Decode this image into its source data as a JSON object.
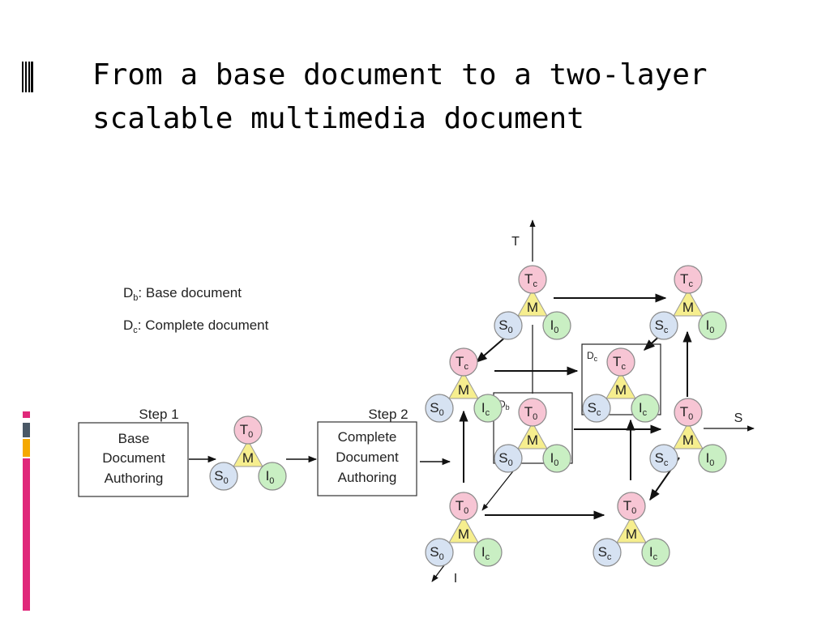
{
  "slide": {
    "title": "From a base document to a two-layer\nscalable multimedia document"
  },
  "legend": {
    "base": {
      "sym": "D",
      "sub": "b",
      "text": ": Base document"
    },
    "complete": {
      "sym": "D",
      "sub": "c",
      "text": ": Complete document"
    }
  },
  "steps": {
    "step1": "Step 1",
    "step2": "Step 2",
    "box1": [
      "Base",
      "Document",
      "Authoring"
    ],
    "box2": [
      "Complete",
      "Document",
      "Authoring"
    ]
  },
  "axes": {
    "t": "T",
    "s": "S",
    "i": "I"
  },
  "box_labels": {
    "db": {
      "sym": "D",
      "sub": "b"
    },
    "dc": {
      "sym": "D",
      "sub": "c"
    }
  },
  "colors": {
    "t_node": "#f7c5d4",
    "s_node": "#d6e2f2",
    "i_node": "#c9efc3",
    "m_node": "#f6ee8e",
    "deco_pink": "#e0287a",
    "deco_gray": "#4a5866",
    "deco_orange": "#f5a800"
  },
  "glyphs": [
    {
      "id": "base",
      "t": [
        "T",
        "0"
      ],
      "s": [
        "S",
        "0"
      ],
      "i": [
        "I",
        "0"
      ],
      "m": "M"
    },
    {
      "id": "c000",
      "t": [
        "T",
        "0"
      ],
      "s": [
        "S",
        "0"
      ],
      "i": [
        "I",
        "c"
      ],
      "m": "M"
    },
    {
      "id": "c100",
      "t": [
        "T",
        "0"
      ],
      "s": [
        "S",
        "c"
      ],
      "i": [
        "I",
        "c"
      ],
      "m": "M"
    },
    {
      "id": "c001",
      "t": [
        "T",
        "c"
      ],
      "s": [
        "S",
        "0"
      ],
      "i": [
        "I",
        "c"
      ],
      "m": "M"
    },
    {
      "id": "c101",
      "t": [
        "T",
        "c"
      ],
      "s": [
        "S",
        "c"
      ],
      "i": [
        "I",
        "c"
      ],
      "m": "M"
    },
    {
      "id": "c010",
      "t": [
        "T",
        "0"
      ],
      "s": [
        "S",
        "0"
      ],
      "i": [
        "I",
        "0"
      ],
      "m": "M"
    },
    {
      "id": "c110",
      "t": [
        "T",
        "0"
      ],
      "s": [
        "S",
        "c"
      ],
      "i": [
        "I",
        "0"
      ],
      "m": "M"
    },
    {
      "id": "c011",
      "t": [
        "T",
        "c"
      ],
      "s": [
        "S",
        "0"
      ],
      "i": [
        "I",
        "0"
      ],
      "m": "M"
    },
    {
      "id": "c111",
      "t": [
        "T",
        "c"
      ],
      "s": [
        "S",
        "c"
      ],
      "i": [
        "I",
        "0"
      ],
      "m": "M"
    }
  ]
}
